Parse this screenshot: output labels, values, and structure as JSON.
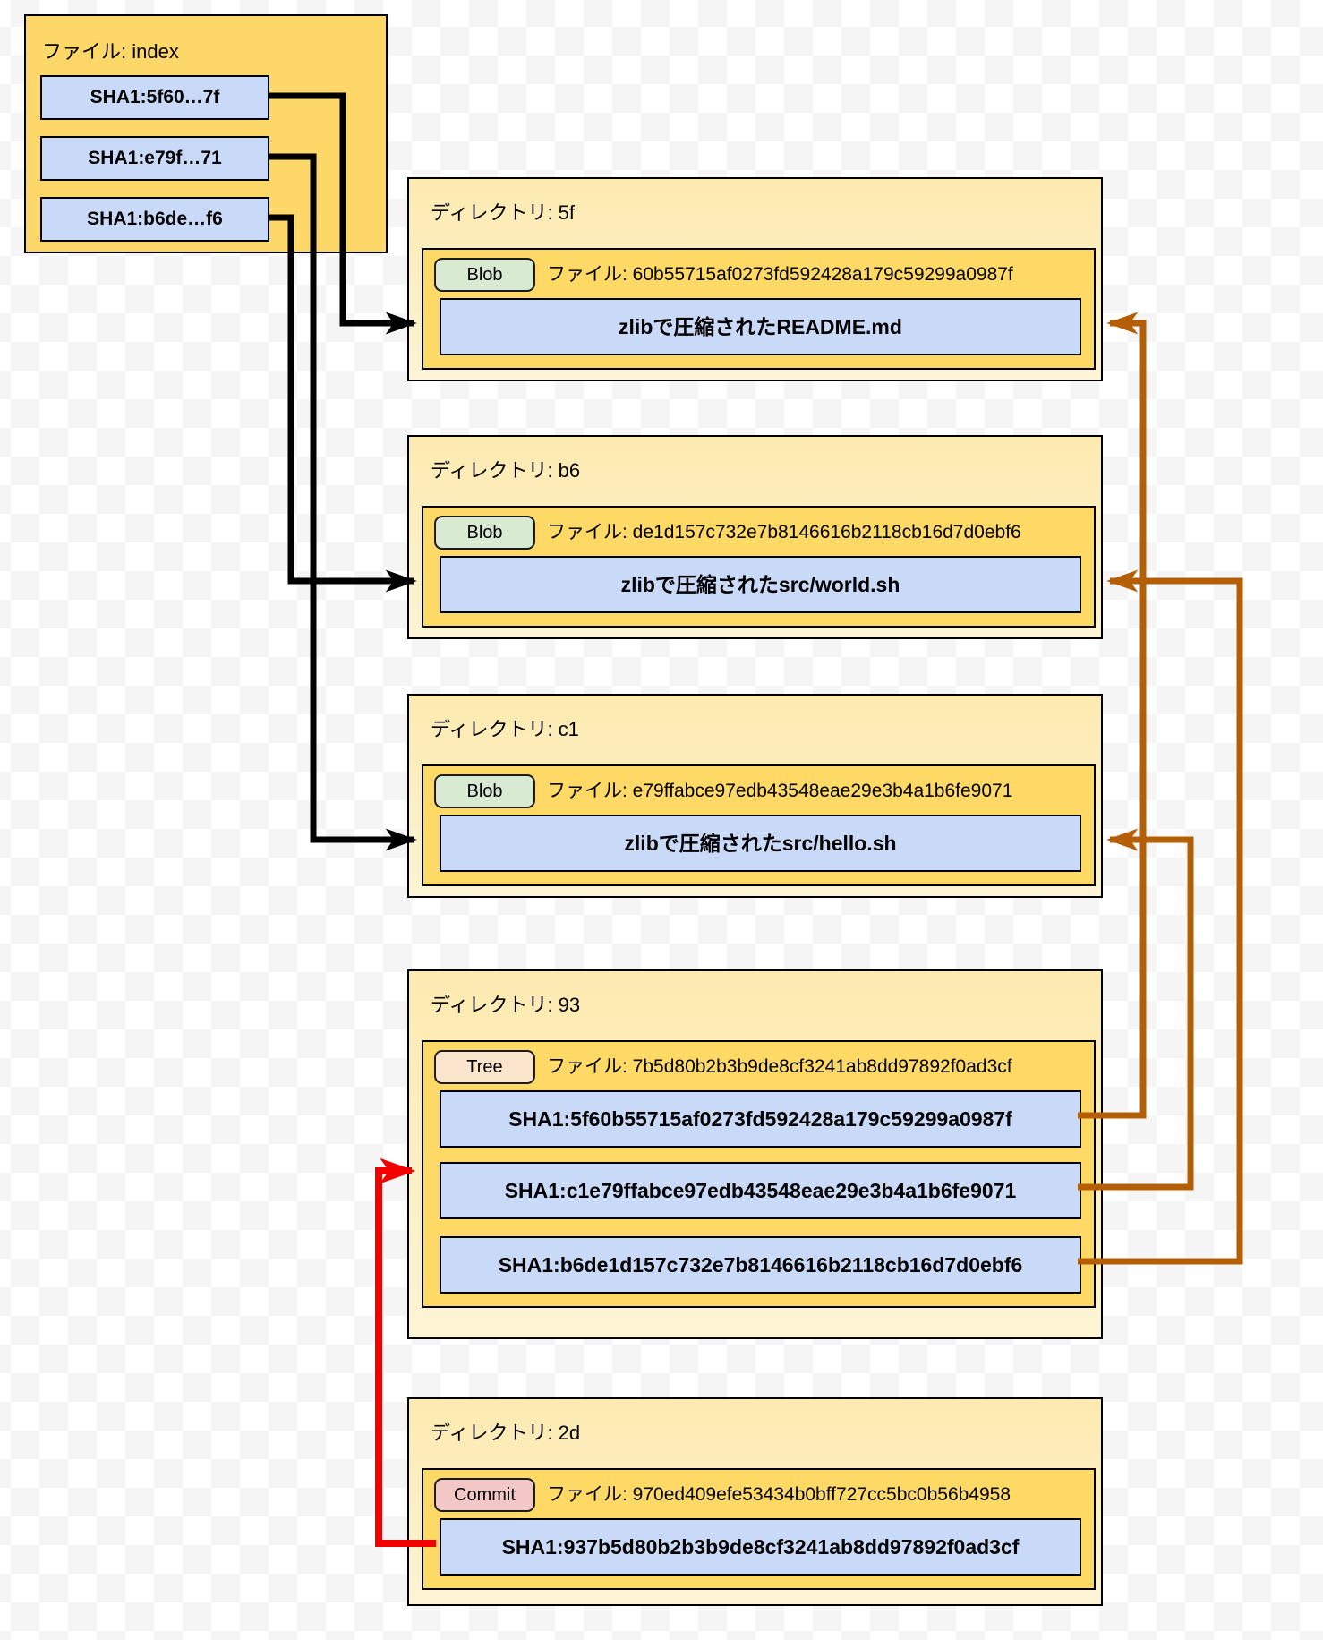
{
  "index_box": {
    "title": "ファイル: index",
    "entries": [
      {
        "label": "SHA1:5f60…7f"
      },
      {
        "label": "SHA1:e79f…71"
      },
      {
        "label": "SHA1:b6de…f6"
      }
    ]
  },
  "directories": [
    {
      "title": "ディレクトリ: 5f",
      "badge": "Blob",
      "file_label": "ファイル: 60b55715af0273fd592428a179c59299a0987f",
      "content": [
        "zlibで圧縮されたREADME.md"
      ]
    },
    {
      "title": "ディレクトリ: b6",
      "badge": "Blob",
      "file_label": "ファイル: de1d157c732e7b8146616b2118cb16d7d0ebf6",
      "content": [
        "zlibで圧縮されたsrc/world.sh"
      ]
    },
    {
      "title": "ディレクトリ: c1",
      "badge": "Blob",
      "file_label": "ファイル: e79ffabce97edb43548eae29e3b4a1b6fe9071",
      "content": [
        "zlibで圧縮されたsrc/hello.sh"
      ]
    },
    {
      "title": "ディレクトリ: 93",
      "badge": "Tree",
      "file_label": "ファイル: 7b5d80b2b3b9de8cf3241ab8dd97892f0ad3cf",
      "content": [
        "SHA1:5f60b55715af0273fd592428a179c59299a0987f",
        "SHA1:c1e79ffabce97edb43548eae29e3b4a1b6fe9071",
        "SHA1:b6de1d157c732e7b8146616b2118cb16d7d0ebf6"
      ]
    },
    {
      "title": "ディレクトリ: 2d",
      "badge": "Commit",
      "file_label": "ファイル: 970ed409efe53434b0bff727cc5bc0b56b4958",
      "content": [
        "SHA1:937b5d80b2b3b9de8cf3241ab8dd97892f0ad3cf"
      ]
    }
  ],
  "arrows": [
    {
      "from": "index entry SHA1:5f60…7f",
      "to": "ディレクトリ: 5f blob",
      "style": "index_arrow"
    },
    {
      "from": "index entry SHA1:e79f…71",
      "to": "ディレクトリ: c1 blob",
      "style": "index_arrow"
    },
    {
      "from": "index entry SHA1:b6de…f6",
      "to": "ディレクトリ: b6 blob",
      "style": "index_arrow"
    },
    {
      "from": "tree entry SHA1:5f60b55715af0273fd592428a179c59299a0987f",
      "to": "ディレクトリ: 5f blob",
      "style": "tree_ref_arrow"
    },
    {
      "from": "tree entry SHA1:c1e79ffabce97edb43548eae29e3b4a1b6fe9071",
      "to": "ディレクトリ: c1 blob",
      "style": "tree_ref_arrow"
    },
    {
      "from": "tree entry SHA1:b6de1d157c732e7b8146616b2118cb16d7d0ebf6",
      "to": "ディレクトリ: b6 blob",
      "style": "tree_ref_arrow"
    },
    {
      "from": "commit entry SHA1:937b5d80b2b3b9de8cf3241ab8dd97892f0ad3cf",
      "to": "ディレクトリ: 93 tree",
      "style": "commit_ref_arrow"
    }
  ],
  "colors": {
    "canvas_checker": "#f5f5f5",
    "index_box_fill": "#fdd868",
    "dir_outer_fill_top": "#fdeab0",
    "dir_outer_fill_bottom": "#fdf4d5",
    "inner_fill": "#ffd966",
    "sha1_chip_fill": "#c9daf8",
    "content_fill": "#c9daf8",
    "blob_badge_fill": "#d9ead3",
    "tree_badge_fill": "#fce5cd",
    "commit_badge_fill": "#f4c7c7",
    "index_arrow": "#000000",
    "tree_ref_arrow": "#b45f06",
    "commit_ref_arrow": "#f40000",
    "border": "#000000"
  }
}
